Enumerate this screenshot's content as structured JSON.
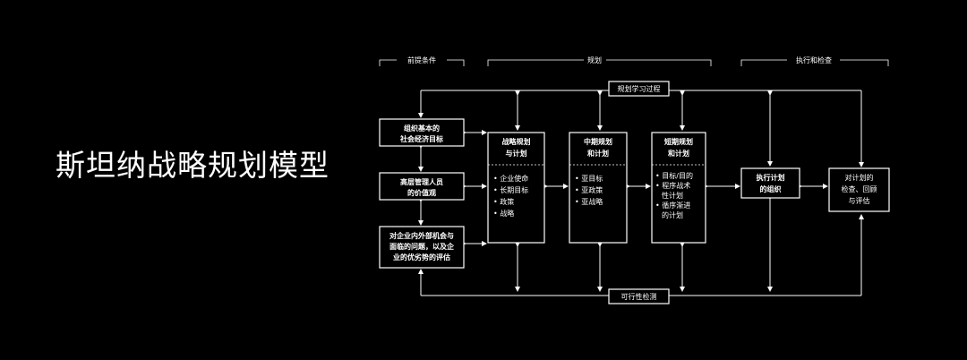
{
  "slide_title": "斯坦纳战略规划模型",
  "headers": {
    "premise": "前提条件",
    "planning": "规划",
    "execution": "执行和检查"
  },
  "boxes": {
    "planning_learning": "规划学习过程",
    "feasibility_check": "可行性检测",
    "org_goals": [
      "组织基本的",
      "社会经济目标"
    ],
    "mgmt_values": [
      "高层管理人员",
      "的价值观"
    ],
    "env_eval": [
      "对企业内外部机会与",
      "面临的问题，以及企",
      "业的优劣势的评估"
    ],
    "strategic": {
      "title": [
        "战略规划",
        "与计划"
      ],
      "items": [
        "企业使命",
        "长期目标",
        "政策",
        "战略"
      ]
    },
    "mid_term": {
      "title": [
        "中期规划",
        "和计划"
      ],
      "items": [
        "亚目标",
        "亚政策",
        "亚战略"
      ]
    },
    "short_term": {
      "title": [
        "短期规划",
        "和计划"
      ],
      "items": [
        [
          "目标/目的"
        ],
        [
          "程序战术",
          "性计划"
        ],
        [
          "循序渐进",
          "的计划"
        ]
      ]
    },
    "execute_org": [
      "执行计划",
      "的组织"
    ],
    "review": [
      "对计划的",
      "检查、回顾",
      "与评估"
    ]
  }
}
